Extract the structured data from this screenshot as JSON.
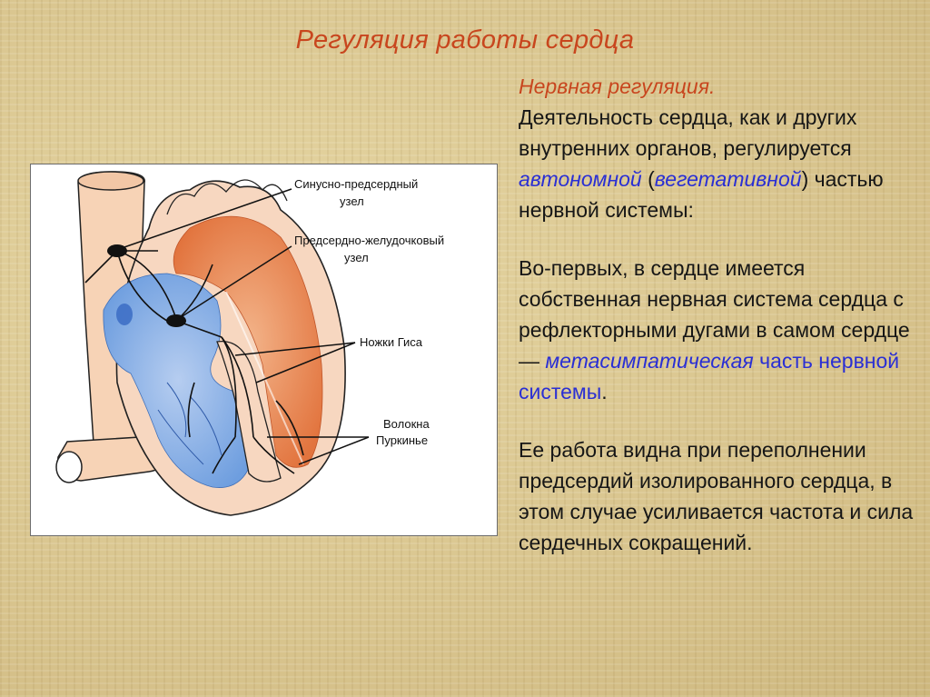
{
  "slide": {
    "title": "Регуляция работы сердца",
    "subhead": "Нервная регуляция.",
    "p1": {
      "a": "Деятельность сердца, как и других внутренних органов, регулируется ",
      "b": "автономной",
      "c": " (",
      "d": "вегетативной",
      "e": ") частью нервной системы:"
    },
    "p2": {
      "a": "Во-первых, в сердце имеется собственная нервная система сердца с рефлекторными дугами в самом сердце — ",
      "b": "метасимпатическая",
      "c": " часть нервной системы",
      "d": "."
    },
    "p3": "Ее работа видна при переполнении предсердий изолированного сердца, в этом случае усиливается частота и сила сердечных сокращений."
  },
  "figure": {
    "labels": {
      "sa_node_1": "Синусно-предсердный",
      "sa_node_2": "узел",
      "av_node_1": "Предсердно-желудочковый",
      "av_node_2": "узел",
      "his": "Ножки Гиса",
      "purkinje_1": "Волокна",
      "purkinje_2": "Пуркинье"
    },
    "colors": {
      "right_side": "#8fb4e6",
      "left_side": "#e98a55",
      "wall": "#f6d2b8",
      "nerve": "#111111"
    }
  }
}
